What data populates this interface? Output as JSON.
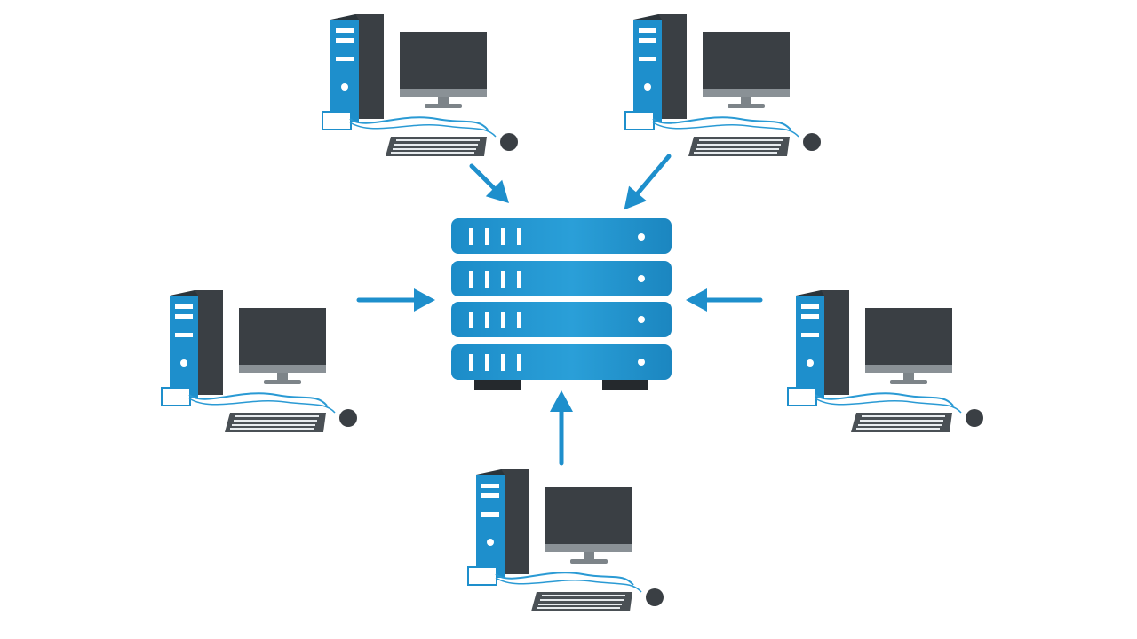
{
  "diagram": {
    "type": "client-server network",
    "server": {
      "name": "server-rack",
      "units": 4,
      "icon": "server-rack-icon"
    },
    "clients": [
      {
        "name": "workstation-top-left",
        "icon": "desktop-computer-icon"
      },
      {
        "name": "workstation-top-right",
        "icon": "desktop-computer-icon"
      },
      {
        "name": "workstation-left",
        "icon": "desktop-computer-icon"
      },
      {
        "name": "workstation-right",
        "icon": "desktop-computer-icon"
      },
      {
        "name": "workstation-bottom",
        "icon": "desktop-computer-icon"
      }
    ],
    "connections": [
      {
        "from": "workstation-top-left",
        "to": "server-rack",
        "icon": "arrow-icon"
      },
      {
        "from": "workstation-top-right",
        "to": "server-rack",
        "icon": "arrow-icon"
      },
      {
        "from": "workstation-left",
        "to": "server-rack",
        "icon": "arrow-icon"
      },
      {
        "from": "workstation-right",
        "to": "server-rack",
        "icon": "arrow-icon"
      },
      {
        "from": "workstation-bottom",
        "to": "server-rack",
        "icon": "arrow-icon"
      }
    ]
  },
  "colors": {
    "accent_blue": "#1a8fc9",
    "dark_gray": "#3a3f44",
    "mid_gray": "#7d8489",
    "cable_blue": "#2a9ad4",
    "background": "#ffffff"
  }
}
